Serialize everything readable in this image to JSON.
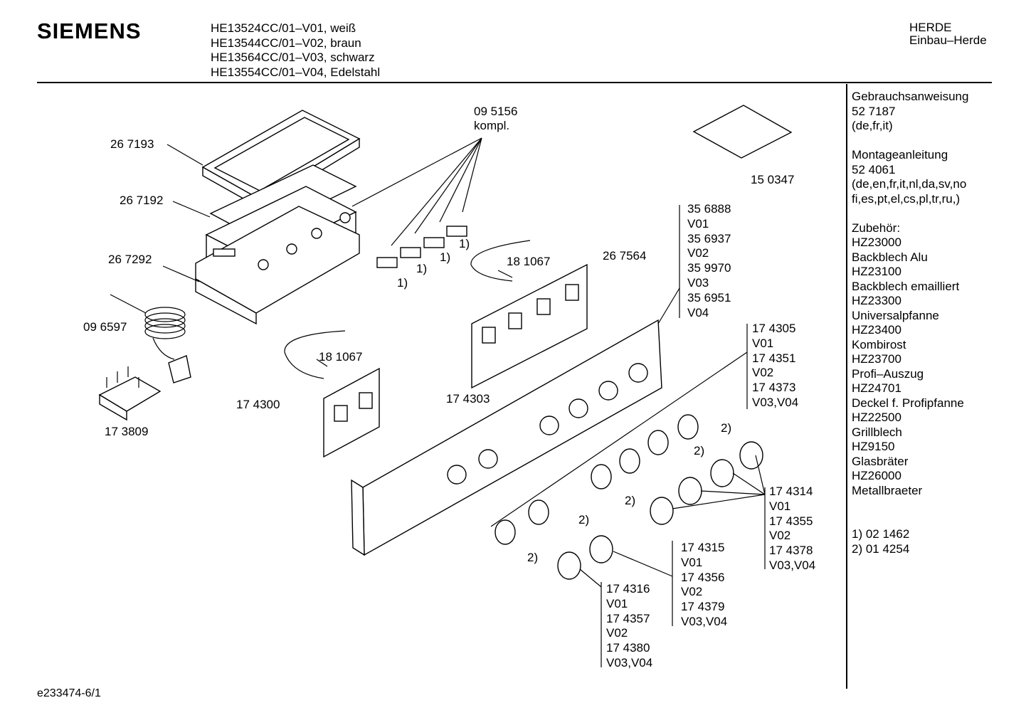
{
  "header": {
    "brand": "SIEMENS",
    "models": [
      "HE13524CC/01–V01, weiß",
      "HE13544CC/01–V02, braun",
      "HE13564CC/01–V03, schwarz",
      "HE13554CC/01–V04, Edelstahl"
    ],
    "category": "HERDE",
    "subcategory": "Einbau–Herde"
  },
  "sidebar": {
    "lines": [
      "Gebrauchsanweisung",
      "52 7187",
      "(de,fr,it)",
      "",
      "Montageanleitung",
      "52 4061",
      "(de,en,fr,it,nl,da,sv,no",
      "fi,es,pt,el,cs,pl,tr,ru,)",
      "",
      "Zubehör:",
      "HZ23000",
      "Backblech Alu",
      "HZ23100",
      "Backblech emailliert",
      "HZ23300",
      "Universalpfanne",
      "HZ23400",
      "Kombirost",
      "HZ23700",
      "Profi–Auszug",
      "HZ24701",
      "Deckel f. Profipfanne",
      "HZ22500",
      "Grillblech",
      "HZ9150",
      "Glasbräter",
      "HZ26000",
      "Metallbraeter",
      "",
      "",
      "1) 02 1462",
      "2) 01 4254"
    ]
  },
  "parts": {
    "p267193": "26 7193",
    "p267192": "26 7192",
    "p267292": "26 7292",
    "p096597": "09 6597",
    "p173809": "17 3809",
    "p095156": "09 5156",
    "p095156_note": "kompl.",
    "p150347": "15 0347",
    "p181067a": "18 1067",
    "p181067b": "18 1067",
    "p267564": "26 7564",
    "p174300": "17 4300",
    "p174303": "17 4303",
    "fn1": "1)",
    "fn2": "2)",
    "group_356888": [
      "35 6888",
      "V01",
      "35 6937",
      "V02",
      "35 9970",
      "V03",
      "35 6951",
      "V04"
    ],
    "group_174305": [
      "17 4305",
      "V01",
      "17 4351",
      "V02",
      "17 4373",
      "V03,V04"
    ],
    "group_174314": [
      "17 4314",
      "V01",
      "17 4355",
      "V02",
      "17 4378",
      "V03,V04"
    ],
    "group_174315": [
      "17 4315",
      "V01",
      "17 4356",
      "V02",
      "17 4379",
      "V03,V04"
    ],
    "group_174316": [
      "17 4316",
      "V01",
      "17 4357",
      "V02",
      "17 4380",
      "V03,V04"
    ]
  },
  "footer": {
    "doc_id": "e233474-6/1"
  }
}
